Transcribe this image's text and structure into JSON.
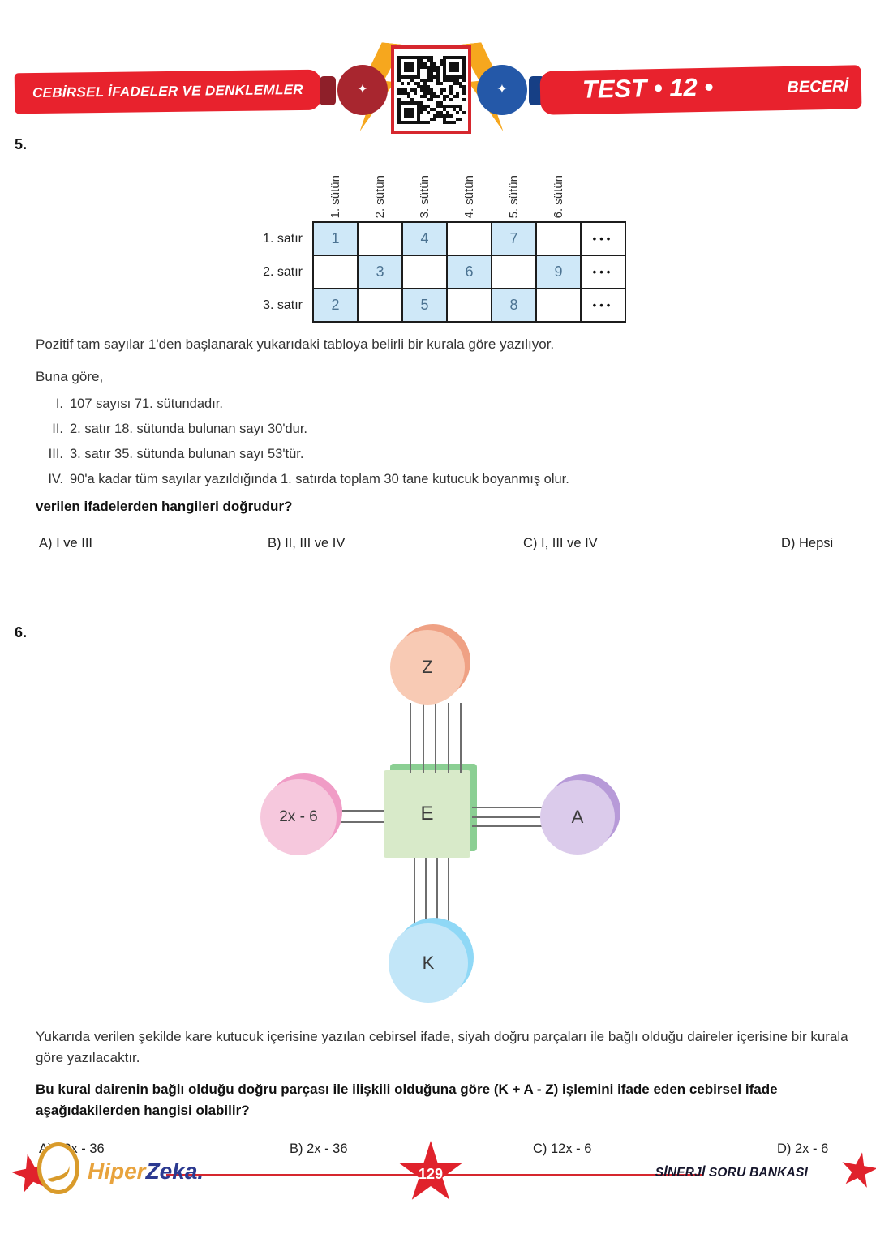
{
  "header": {
    "left_banner": "CEBİRSEL İFADELER VE DENKLEMLER",
    "test_label": "TEST • 12 •",
    "right_label": "BECERİ",
    "banner_color": "#e8222d"
  },
  "q5": {
    "number": "5.",
    "table": {
      "col_headers": [
        "1. sütün",
        "2. sütün",
        "3. sütün",
        "4. sütün",
        "5. sütün",
        "6. sütün"
      ],
      "row_headers": [
        "1. satır",
        "2. satır",
        "3. satır"
      ],
      "rows": [
        [
          "1",
          "",
          "4",
          "",
          "7",
          "",
          "•••"
        ],
        [
          "",
          "3",
          "",
          "6",
          "",
          "9",
          "•••"
        ],
        [
          "2",
          "",
          "5",
          "",
          "8",
          "",
          "•••"
        ]
      ],
      "highlight_color": "#cfe8f8"
    },
    "intro": "Pozitif tam sayılar 1'den başlanarak yukarıdaki tabloya belirli bir kurala göre yazılıyor.",
    "lead": "Buna göre,",
    "statements": [
      {
        "label": "I.",
        "text": "107 sayısı 71. sütundadır."
      },
      {
        "label": "II.",
        "text": "2. satır 18. sütunda bulunan sayı 30'dur."
      },
      {
        "label": "III.",
        "text": "3. satır 35. sütunda bulunan sayı 53'tür."
      },
      {
        "label": "IV.",
        "text": "90'a kadar tüm sayılar yazıldığında 1. satırda toplam 30 tane kutucuk boyanmış olur."
      }
    ],
    "question": "verilen ifadelerden hangileri doğrudur?",
    "choices": [
      "A) I ve III",
      "B) II, III ve IV",
      "C) I, III ve IV",
      "D) Hepsi"
    ]
  },
  "q6": {
    "number": "6.",
    "diagram": {
      "center_label": "E",
      "center_fill": "#d8eac9",
      "center_shadow": "#8bcf93",
      "nodes": [
        {
          "label": "Z",
          "position": "top",
          "fill": "#f8cab4",
          "shadow": "#efa184",
          "segments": 5
        },
        {
          "label": "2x - 6",
          "position": "left",
          "fill": "#f6c8dd",
          "shadow": "#f09cc6",
          "segments": 2
        },
        {
          "label": "A",
          "position": "right",
          "fill": "#dbcbeb",
          "shadow": "#b79ad8",
          "segments": 3
        },
        {
          "label": "K",
          "position": "bottom",
          "fill": "#c2e6f8",
          "shadow": "#8fd8f6",
          "segments": 4
        }
      ]
    },
    "intro": "Yukarıda verilen şekilde kare kutucuk içerisine yazılan cebirsel ifade, siyah doğru parçaları ile bağlı olduğu daireler içerisine bir kurala göre yazılacaktır.",
    "question": "Bu kural dairenin bağlı olduğu doğru parçası ile ilişkili olduğuna göre (K + A - Z) işlemini ifade eden cebirsel ifade aşağıdakilerden hangisi olabilir?",
    "choices": [
      "A) 12x - 36",
      "B) 2x - 36",
      "C) 12x - 6",
      "D) 2x - 6"
    ]
  },
  "footer": {
    "brand_hiper": "Hiper",
    "brand_zeka": "Zeka.",
    "page_number": "129",
    "right_text": "SİNERJİ SORU BANKASI",
    "accent_color": "#e0222c"
  }
}
